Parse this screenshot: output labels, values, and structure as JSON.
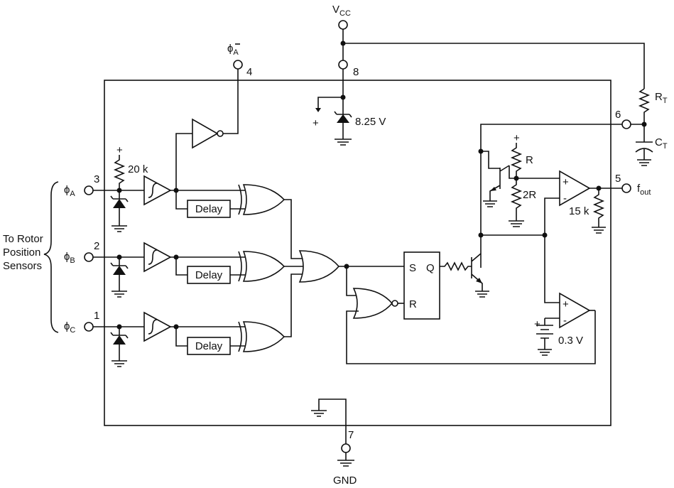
{
  "pins": {
    "vcc": {
      "number": "8",
      "name_main": "V",
      "name_sub": "CC"
    },
    "phiA_bar": {
      "number": "4",
      "name_main": "ϕ",
      "name_sub": "A"
    },
    "phiA": {
      "number": "3",
      "name_main": "ϕ",
      "name_sub": "A"
    },
    "phiB": {
      "number": "2",
      "name_main": "ϕ",
      "name_sub": "B"
    },
    "phiC": {
      "number": "1",
      "name_main": "ϕ",
      "name_sub": "C"
    },
    "rc": {
      "number": "6"
    },
    "fout": {
      "number": "5",
      "name_main": "f",
      "name_sub": "out"
    },
    "gnd": {
      "number": "7",
      "name": "GND"
    }
  },
  "external": {
    "rt_main": "R",
    "rt_sub": "T",
    "ct_main": "C",
    "ct_sub": "T",
    "sensor_lines": [
      "To Rotor",
      "Position",
      "Sensors"
    ]
  },
  "internal": {
    "zener": "8.25 V",
    "pullup": "20 k",
    "delay": "Delay",
    "ff_s": "S",
    "ff_q": "Q",
    "ff_r": "R",
    "div_r": "R",
    "div_2r": "2R",
    "load": "15 k",
    "ref": "0.3 V",
    "plus": "+",
    "minus": "-"
  }
}
